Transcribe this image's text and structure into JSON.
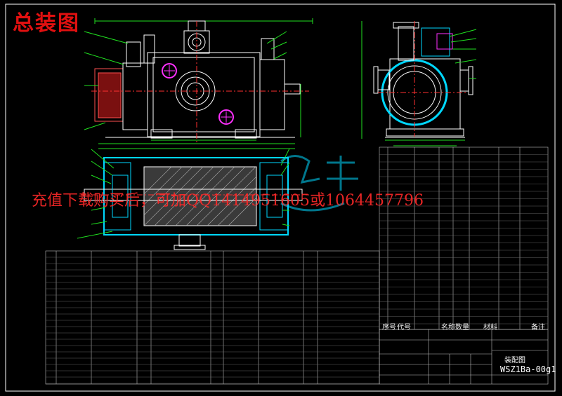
{
  "title": "总装图",
  "watermark": "充值下载购买后，可加QQ1414951605或1064457796",
  "drawing_code": "WSZ1Ba-00g1",
  "drawing_name": "装配图",
  "bom_headers": {
    "seq": "序号",
    "code": "代号",
    "name": "名称",
    "qty": "数量",
    "material": "材料",
    "remark": "备注"
  },
  "colors": {
    "outline": "#ffffff",
    "cyan": "#00d8ff",
    "green": "#20e020",
    "magenta": "#ff30ff",
    "yellow": "#ffff40",
    "red": "#e01010",
    "grid": "#bbbbbb"
  }
}
